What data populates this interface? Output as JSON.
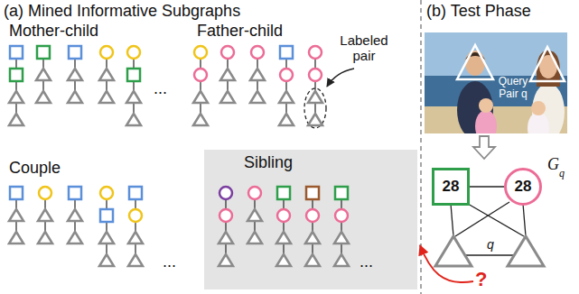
{
  "diagram": {
    "nodes": [
      {
        "text": [
          "Sibling"
        ]
      },
      {
        "text": [
          "28"
        ]
      },
      {
        "text": [
          "28"
        ]
      }
    ],
    "edges": [
      {
        "from": 1,
        "to": 2,
        "arrow": "none"
      }
    ],
    "labels": [
      "(a) Mined Informative Subgraphs",
      "(b) Test Phase",
      "Mother-child",
      "Father-child",
      "Labeled pair",
      "Couple",
      "...",
      "...",
      "...",
      "Query Pair q",
      "G",
      "q",
      "q",
      "?"
    ]
  }
}
